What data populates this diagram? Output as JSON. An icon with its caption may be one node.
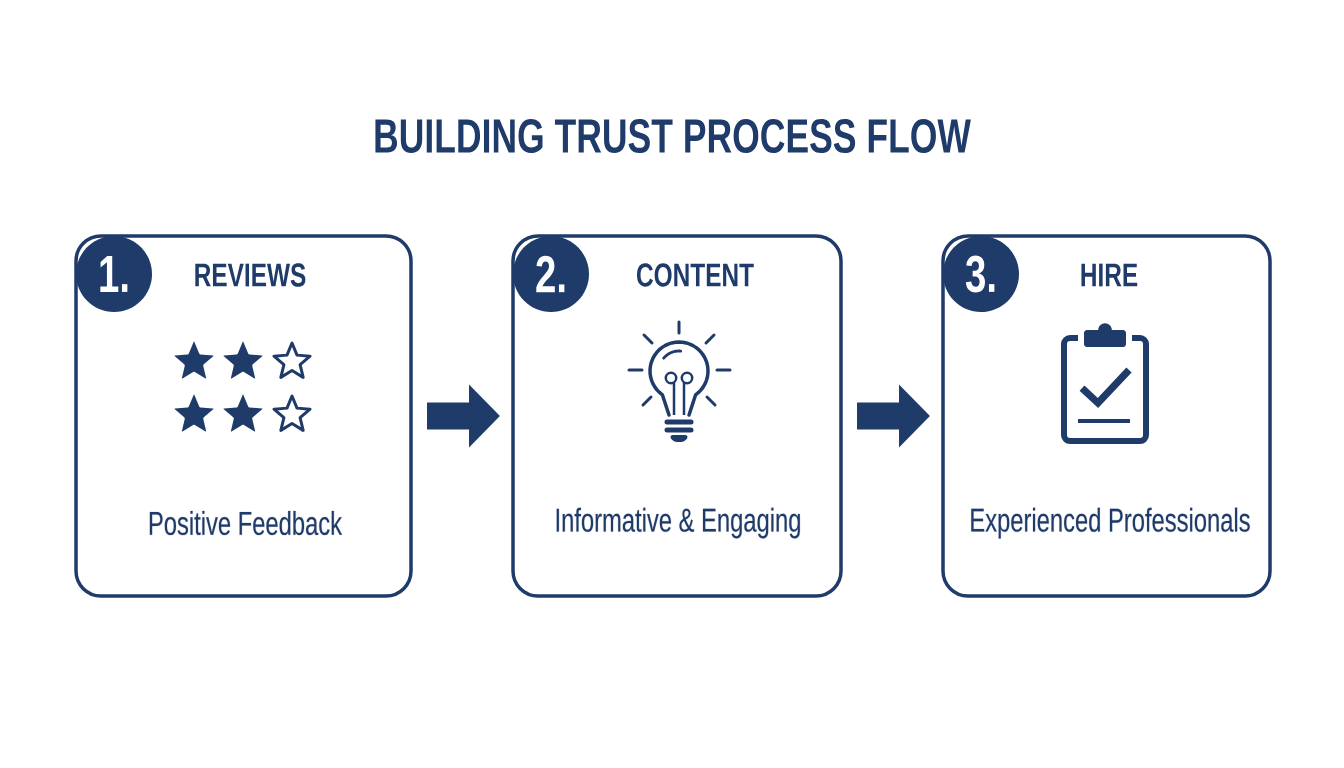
{
  "diagram": {
    "title": "BUILDING TRUST PROCESS FLOW",
    "nodes": [
      {
        "text": [
          "REVIEWS",
          "Positive Feedback"
        ]
      },
      {
        "text": [
          "1."
        ],
        "in": 0
      },
      {
        "text": [
          "CONTENT",
          "Informative & Engaging"
        ]
      },
      {
        "text": [
          "2."
        ],
        "in": 2
      },
      {
        "text": [
          "HIRE",
          "Experienced Professionals"
        ]
      },
      {
        "text": [
          "3."
        ],
        "in": 4
      }
    ],
    "edges": [
      {
        "from": 0,
        "to": 2,
        "arrow": "to"
      },
      {
        "from": 2,
        "to": 4,
        "arrow": "to"
      }
    ]
  }
}
